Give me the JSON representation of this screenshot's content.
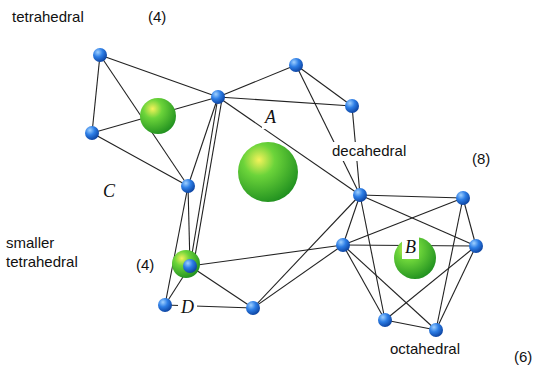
{
  "diagram": {
    "labels": [
      "tetrahedral",
      "(4)",
      "A",
      "decahedral",
      "(8)",
      "C",
      "B",
      "smaller tetrahedral",
      "(4)",
      "D",
      "octahedral",
      "(6)"
    ]
  }
}
